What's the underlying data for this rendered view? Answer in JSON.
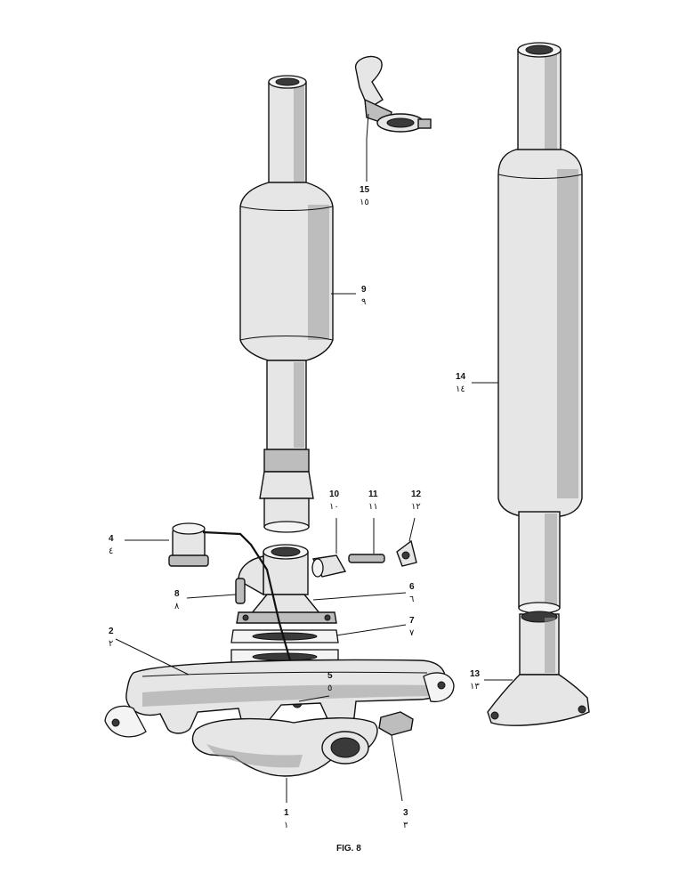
{
  "figure": {
    "caption": "FIG. 8"
  },
  "callouts": [
    {
      "id": "1",
      "num": "1",
      "ar": "١"
    },
    {
      "id": "2",
      "num": "2",
      "ar": "٢"
    },
    {
      "id": "3",
      "num": "3",
      "ar": "٣"
    },
    {
      "id": "4",
      "num": "4",
      "ar": "٤"
    },
    {
      "id": "5",
      "num": "5",
      "ar": "٥"
    },
    {
      "id": "6",
      "num": "6",
      "ar": "٦"
    },
    {
      "id": "7",
      "num": "7",
      "ar": "٧"
    },
    {
      "id": "8",
      "num": "8",
      "ar": "٨"
    },
    {
      "id": "9",
      "num": "9",
      "ar": "٩"
    },
    {
      "id": "10",
      "num": "10",
      "ar": "١٠"
    },
    {
      "id": "11",
      "num": "11",
      "ar": "١١"
    },
    {
      "id": "12",
      "num": "12",
      "ar": "١٢"
    },
    {
      "id": "13",
      "num": "13",
      "ar": "١٣"
    },
    {
      "id": "14",
      "num": "14",
      "ar": "١٤"
    },
    {
      "id": "15",
      "num": "15",
      "ar": "١٥"
    }
  ]
}
